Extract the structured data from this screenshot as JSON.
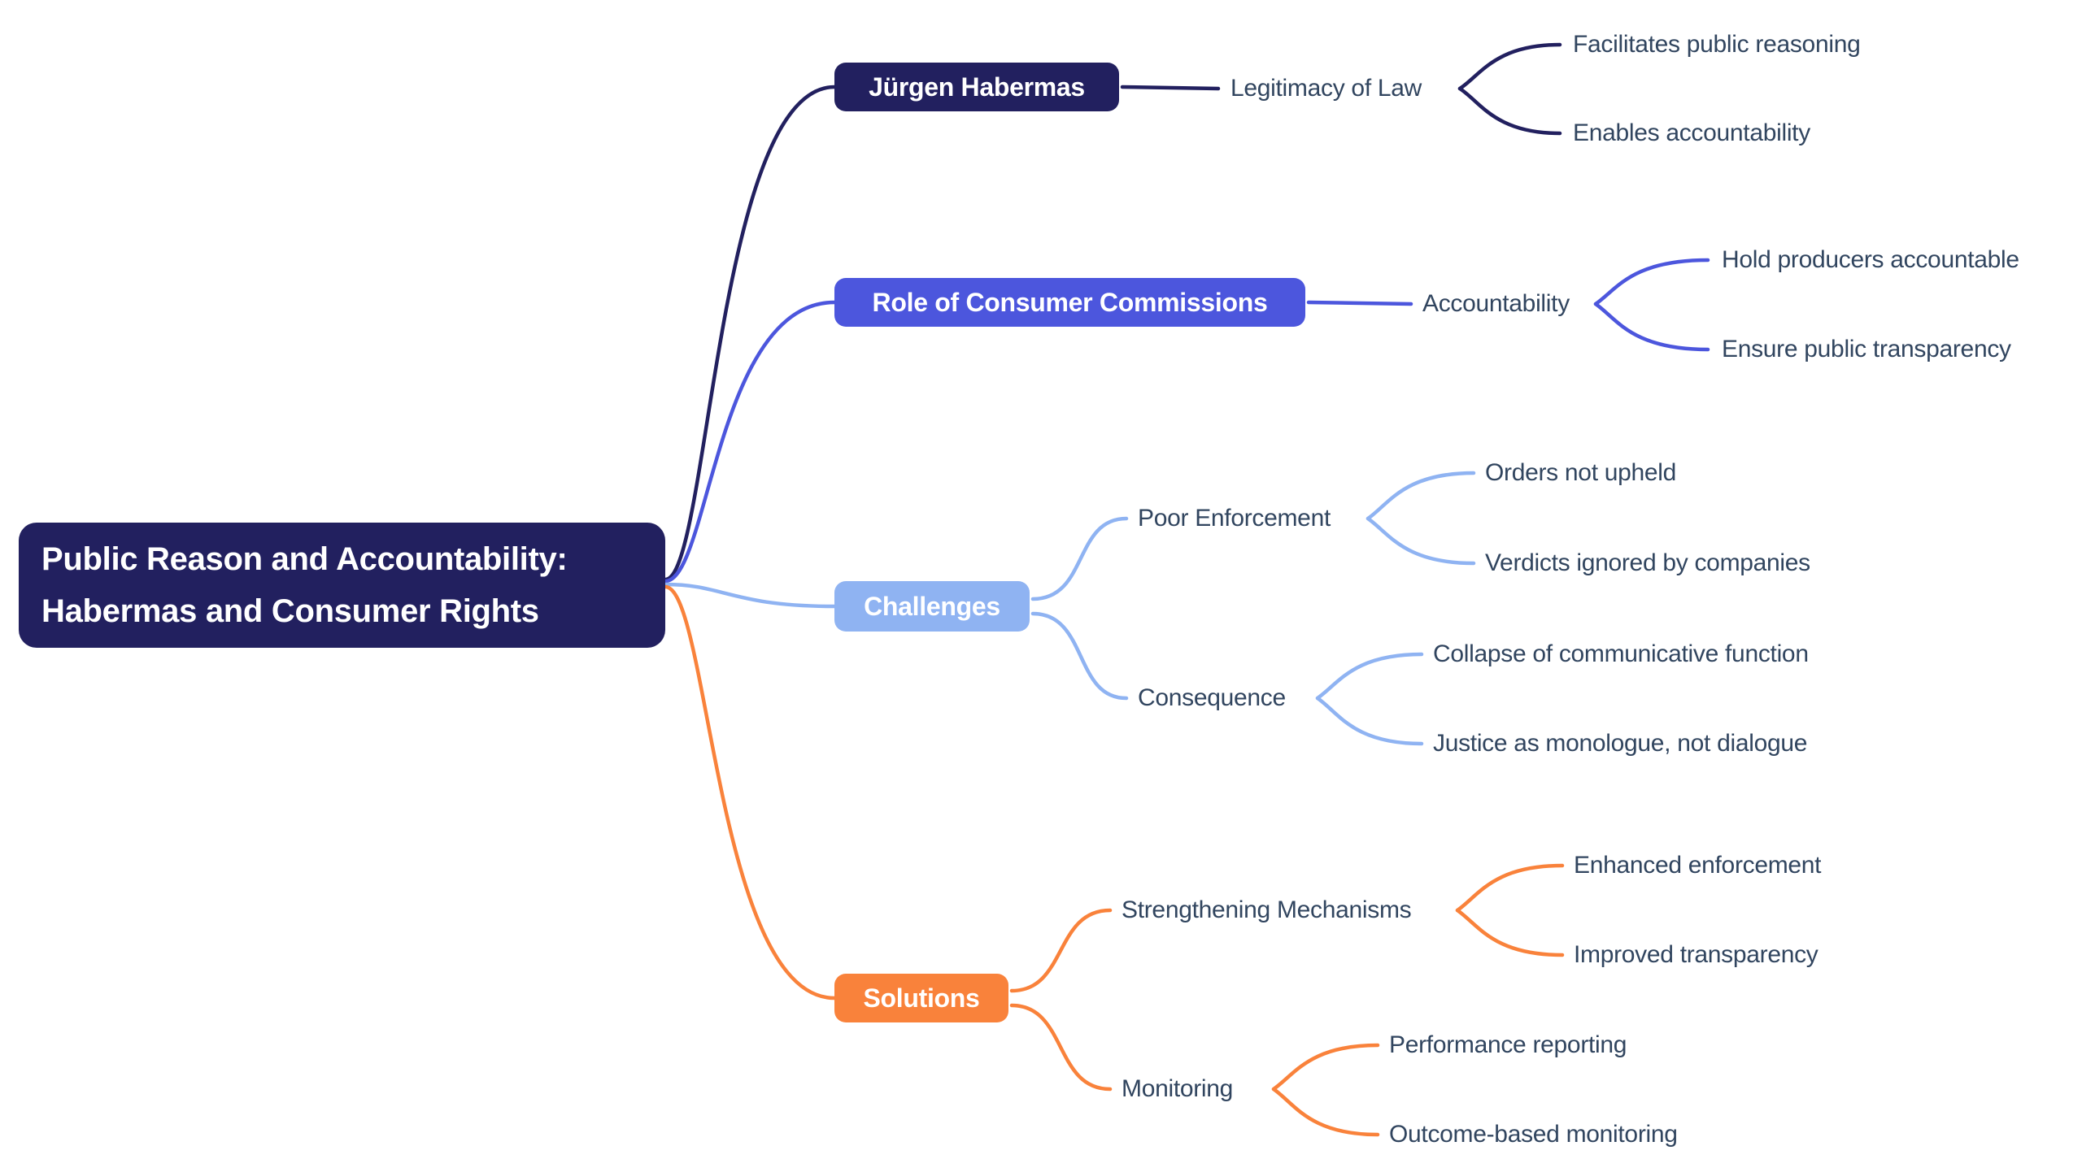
{
  "canvas": {
    "background": "#ffffff"
  },
  "colors": {
    "branch1": "#22205f",
    "branch2": "#4c56dd",
    "branch3": "#8fb3f2",
    "branch4": "#f9823b",
    "node_text": "#ffffff",
    "label_text": "#31455f"
  },
  "mindmap": {
    "root": {
      "label": "Public Reason and Accountability: Habermas and Consumer Rights",
      "label_lines": [
        "Public Reason and Accountability:",
        "Habermas and Consumer Rights"
      ],
      "color": "#22205f"
    },
    "branches": [
      {
        "label": "Jürgen Habermas",
        "color": "#22205f",
        "children": [
          {
            "label": "Legitimacy of Law",
            "children": [
              {
                "label": "Facilitates public reasoning"
              },
              {
                "label": "Enables accountability"
              }
            ]
          }
        ]
      },
      {
        "label": "Role of Consumer Commissions",
        "color": "#4c56dd",
        "children": [
          {
            "label": "Accountability",
            "children": [
              {
                "label": "Hold producers accountable"
              },
              {
                "label": "Ensure public transparency"
              }
            ]
          }
        ]
      },
      {
        "label": "Challenges",
        "color": "#8fb3f2",
        "children": [
          {
            "label": "Poor Enforcement",
            "children": [
              {
                "label": "Orders not upheld"
              },
              {
                "label": "Verdicts ignored by companies"
              }
            ]
          },
          {
            "label": "Consequence",
            "children": [
              {
                "label": "Collapse of communicative function"
              },
              {
                "label": "Justice as monologue, not dialogue"
              }
            ]
          }
        ]
      },
      {
        "label": "Solutions",
        "color": "#f9823b",
        "children": [
          {
            "label": "Strengthening Mechanisms",
            "children": [
              {
                "label": "Enhanced enforcement"
              },
              {
                "label": "Improved transparency"
              }
            ]
          },
          {
            "label": "Monitoring",
            "children": [
              {
                "label": "Performance reporting"
              },
              {
                "label": "Outcome-based monitoring"
              }
            ]
          }
        ]
      }
    ]
  }
}
